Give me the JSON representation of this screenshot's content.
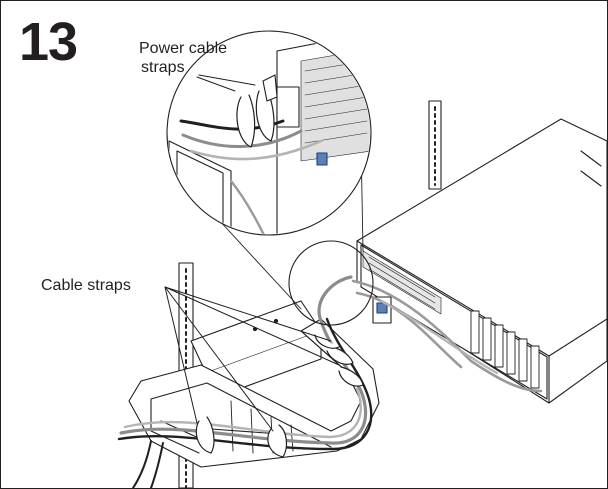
{
  "figure": {
    "step_number": "13",
    "callouts": {
      "power_cable_straps": [
        "Power cable",
        "straps"
      ],
      "cable_straps": "Cable straps"
    }
  }
}
